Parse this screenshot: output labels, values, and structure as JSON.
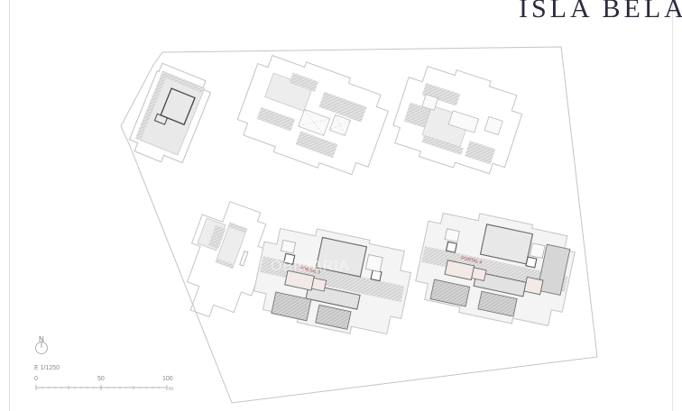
{
  "header": {
    "brand": "ISLA BELA"
  },
  "colors": {
    "brand": "#2b2a3d",
    "outline": "#b9b9b9",
    "hatch": "#c9c9c9",
    "fill_light": "#ececec",
    "fill_mid": "#d9d9d9",
    "wall": "#555555",
    "label_red": "#b0404a"
  },
  "plan": {
    "north_label": "N",
    "scale_text": "E 1/1250",
    "scale_ticks": [
      "0",
      "50",
      "100"
    ],
    "scale_unit": "m",
    "unit_labels": [
      {
        "id": "block-upper-left",
        "label": ""
      },
      {
        "id": "block-upper-center",
        "label": ""
      },
      {
        "id": "block-upper-right",
        "label": ""
      },
      {
        "id": "block-lower-left",
        "label": ""
      },
      {
        "id": "block-lower-center",
        "label": "PORTAL 3"
      },
      {
        "id": "block-lower-right",
        "label": "PORTAL 4"
      }
    ],
    "watermark": "OBILIARIA"
  }
}
